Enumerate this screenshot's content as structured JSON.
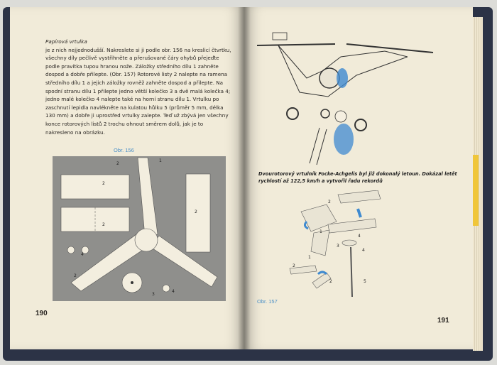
{
  "book": {
    "left_page": {
      "section_title": "Papírová vrtulka",
      "body_text": "je z nich nejjednodušší. Nakreslete si ji podle obr. 156 na kreslicí čtvrtku, všechny díly pečlivě vystřihněte a přerušované čáry ohybů přejeďte podle pravítka tupou hranou nože. Záložky středního dílu 1 zahněte dospod a dobře přilepte. (Obr. 157) Rotorové listy 2 nalepte na ramena středního dílu 1 a jejich záložky rovněž zahněte dospod a přilepte. Na spodní stranu dílu 1 přilepte jedno větší kolečko 3 a dvě malá kolečka 4; jedno malé kolečko 4 nalepte také na horní stranu dílu 1. Vrtulku po zaschnutí lepidla navlékněte na kulatou hůlku 5 (průměr 5 mm, délka 130 mm) a dobře ji uprostřed vrtulky zalepte. Teď už zbývá jen všechny konce rotorových listů 2 trochu ohnout směrem dolů, jak je to nakresleno na obrázku.",
      "figure_label": "Obr. 156",
      "page_number": "190",
      "figure_callouts": [
        "2",
        "2",
        "2",
        "1",
        "2",
        "2",
        "3",
        "4",
        "4"
      ]
    },
    "right_page": {
      "caption": "Dvourotorový vrtulník Focke-Achgelis byl již dokonalý letoun. Dokázal letět rychlostí až 122,5 km/h a vytvořil řadu rekordů",
      "figure_label": "Obr. 157",
      "page_number": "191",
      "figure_callouts": [
        "2",
        "1",
        "4",
        "3",
        "4",
        "5",
        "2",
        "1",
        "2"
      ]
    },
    "colors": {
      "paper": "#f1ebd9",
      "cover": "#2c3346",
      "figure_gray": "#8f8f8c",
      "accent_blue": "#3f8ad0",
      "tab_yellow": "#f0c63a"
    }
  }
}
